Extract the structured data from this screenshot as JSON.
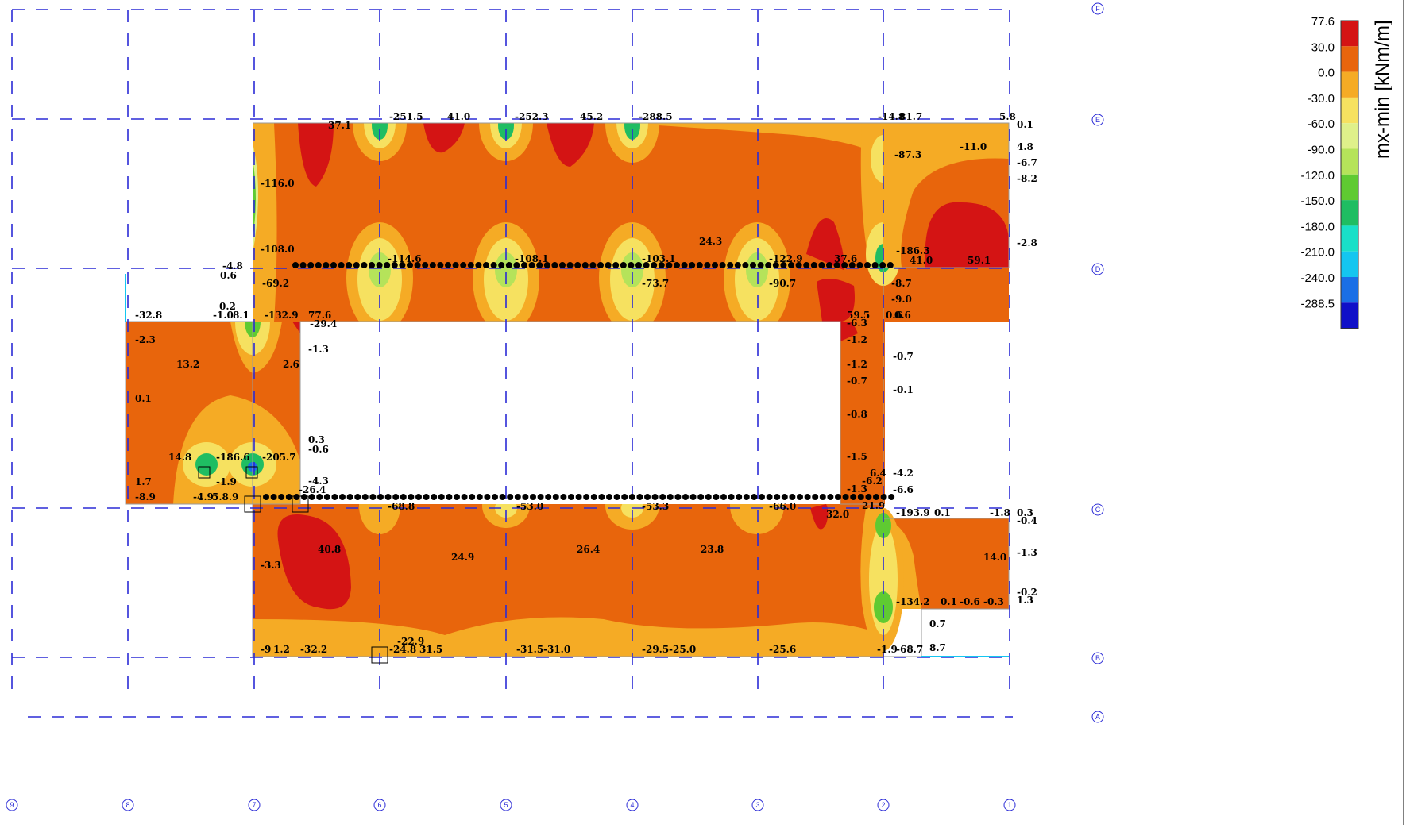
{
  "legend": {
    "title": "mx-min  [kNm/m]",
    "levels": [
      {
        "label": "77.6",
        "color": "#d41414"
      },
      {
        "label": "30.0",
        "color": "#e8650c"
      },
      {
        "label": "0.0",
        "color": "#f5ab25"
      },
      {
        "label": "-30.0",
        "color": "#f6e160"
      },
      {
        "label": "-60.0",
        "color": "#dff08a"
      },
      {
        "label": "-90.0",
        "color": "#b5e35a"
      },
      {
        "label": "-120.0",
        "color": "#5fca32"
      },
      {
        "label": "-150.0",
        "color": "#1fbd62"
      },
      {
        "label": "-180.0",
        "color": "#19e0c8"
      },
      {
        "label": "-210.0",
        "color": "#14c6f0"
      },
      {
        "label": "-240.0",
        "color": "#1a6fe6"
      },
      {
        "label": "-288.5",
        "color": "#1010c8"
      }
    ]
  },
  "grid": {
    "columns": [
      "9",
      "8",
      "7",
      "6",
      "5",
      "4",
      "3",
      "2",
      "1"
    ],
    "rows": [
      "F",
      "E",
      "D",
      "C",
      "B",
      "A"
    ]
  },
  "values": {
    "top": [
      "37.1",
      "-251.5",
      "41.0",
      "-252.3",
      "45.2",
      "-288.5",
      "-14.8",
      "81.7",
      "5.8",
      "0.1",
      "4.8",
      "-6.7",
      "-8.2",
      "-2.8",
      "-11.0",
      "-87.3",
      "-116.0"
    ],
    "support_top": [
      "-108.0",
      "-114.6",
      "-108.1",
      "-103.1",
      "24.3",
      "-122.9",
      "37.6",
      "-186.3",
      "41.0",
      "59.1",
      "-69.2",
      "-73.7",
      "-90.7",
      "-8.7",
      "-9.0",
      "0.6",
      "-4.8"
    ],
    "left": [
      "-32.8",
      "-2.3",
      "13.2",
      "0.1",
      "2.6",
      "0.2",
      "-1.0",
      "8.1",
      "-132.9",
      "77.6",
      "-29.4",
      "-1.3",
      "14.8",
      "-186.6",
      "-205.7",
      "-1.9",
      "1.7",
      "-8.9",
      "-4.9",
      "5.8.9",
      "0.3",
      "-0.6",
      "-4.3",
      "-26.4"
    ],
    "right": [
      "59.5",
      "-6.3",
      "-1.2",
      "-1.2",
      "-0.7",
      "-0.8",
      "-1.5",
      "6.4",
      "-6.2",
      "-1.3",
      "0.6",
      "0.6",
      "-0.7",
      "-0.1",
      "-4.2",
      "-6.6",
      "32.0",
      "21.9"
    ],
    "bottom": [
      "-68.8",
      "-53.0",
      "-53.3",
      "-66.0",
      "40.8",
      "-3.3",
      "24.9",
      "26.4",
      "23.8",
      "-22.9",
      "-9",
      "1.2",
      "-32.2",
      "-24.8",
      "31.5",
      "-31.5",
      "-31.0",
      "-29.5",
      "-25.0",
      "-25.6",
      "-1.9",
      "-68.7",
      "-134.2",
      "-193.9",
      "0.1",
      "-1.8",
      "0.3",
      "-0.4",
      "14.0",
      "-1.3",
      "-0.2",
      "1.3",
      "0.1",
      "-0.6",
      "-0.3",
      "0.7",
      "8.7"
    ]
  }
}
